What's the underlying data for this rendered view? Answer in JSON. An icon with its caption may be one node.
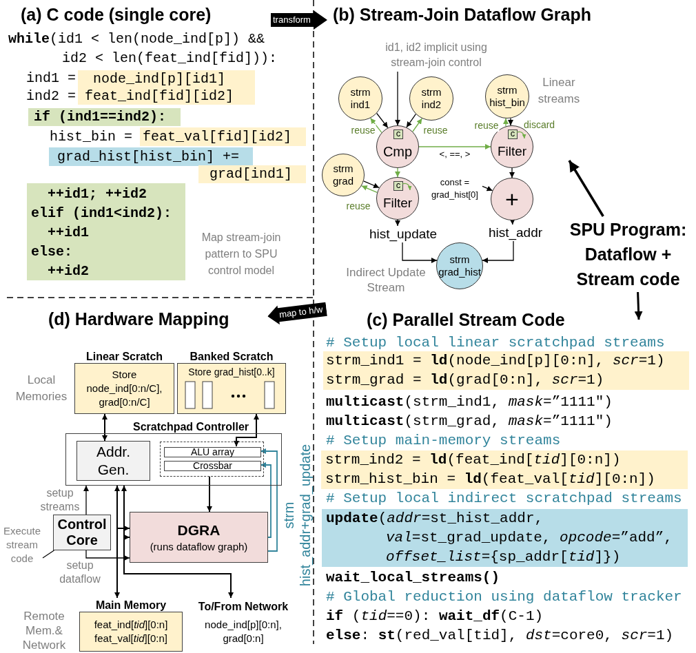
{
  "diagram": {
    "nodes": [
      {
        "text": [
          "node_ind[p][id1]"
        ]
      },
      {
        "text": [
          "feat_ind[fid][id2]"
        ]
      },
      {
        "text": [
          "if (ind1==ind2):"
        ]
      },
      {
        "text": [
          "feat_val[fid][id2]"
        ]
      },
      {
        "text": [
          "grad_hist[hist_bin] +="
        ]
      },
      {
        "text": [
          "grad[ind1]"
        ]
      },
      {
        "text": [
          "++id1; ++id2",
          "elif (ind1<ind2):",
          "++id1",
          "else:",
          "++id2"
        ]
      },
      {
        "text": [
          "transform"
        ]
      },
      {
        "text": [
          "id1, id2 implicit using stream-join control"
        ]
      },
      {
        "text": [
          "strm ind1"
        ]
      },
      {
        "text": [
          "strm ind2"
        ]
      },
      {
        "text": [
          "strm hist_bin"
        ]
      },
      {
        "text": [
          "Cmp"
        ]
      },
      {
        "text": [
          "c"
        ],
        "in": 12
      },
      {
        "text": [
          "Filter"
        ]
      },
      {
        "text": [
          "c"
        ],
        "in": 14
      },
      {
        "text": [
          "strm grad"
        ]
      },
      {
        "text": [
          "Filter"
        ]
      },
      {
        "text": [
          "c"
        ],
        "in": 17
      },
      {
        "text": [
          "const = grad_hist[0]"
        ]
      },
      {
        "text": [
          "+"
        ]
      },
      {
        "text": [
          "hist_update"
        ]
      },
      {
        "text": [
          "hist_addr"
        ]
      },
      {
        "text": [
          "strm grad_hist"
        ]
      },
      {
        "text": [
          "SPU Program: Dataflow + Stream code"
        ]
      },
      {
        "text": [
          "map to h/w"
        ]
      },
      {
        "text": [
          "strm_ind1 = **ld**(node_ind[p][0:n], *scr*=1)",
          "strm_grad = **ld**(grad[0:n], *scr*=1)"
        ]
      },
      {
        "text": [
          "strm_ind2 = **ld**(feat_ind[*tid*][0:n])",
          "strm_hist_bin = **ld**(feat_val[*tid*][0:n])"
        ]
      },
      {
        "text": [
          "**update**(*addr*=st_hist_addr,",
          "*val*=st_grad_update, *opcode*=”add”,",
          "*offset_list*={sp_addr[*tid*]})"
        ]
      },
      {
        "text": [
          "Linear Scratch",
          "Store node_ind[0:n/C], grad[0:n/C]"
        ]
      },
      {
        "text": [
          "Banked Scratch",
          "Store grad_hist[0..k]"
        ]
      },
      {
        "text": [
          "Scratchpad Controller"
        ]
      },
      {
        "text": [
          "Addr. Gen."
        ],
        "in": 31
      },
      {
        "text": [],
        "shape": "box",
        "in": 31
      },
      {
        "text": [
          "ALU array"
        ],
        "in": 33
      },
      {
        "text": [
          "Crossbar"
        ],
        "in": 33
      },
      {
        "text": [
          "Execute stream code"
        ]
      },
      {
        "text": [
          "Control Core"
        ]
      },
      {
        "text": [
          "DGRA",
          "(runs dataflow graph)"
        ]
      },
      {
        "text": [
          "Main Memory",
          "feat_ind[*tid*][0:n]",
          "feat_val[*tid*][0:n]"
        ]
      },
      {
        "text": [
          "To/From Network",
          "node_ind[p][0:n], grad[0:n]"
        ]
      }
    ],
    "edges": [
      {
        "from": 8,
        "to": 12,
        "arrow": "to"
      },
      {
        "from": 9,
        "to": 12,
        "arrow": "to"
      },
      {
        "from": 12,
        "to": 9,
        "arrow": "to",
        "label": "reuse",
        "color": "#70ad47"
      },
      {
        "from": 10,
        "to": 12,
        "arrow": "to"
      },
      {
        "from": 12,
        "to": 10,
        "arrow": "to",
        "label": "reuse",
        "color": "#70ad47"
      },
      {
        "from": 11,
        "to": 14,
        "arrow": "to"
      },
      {
        "from": 14,
        "to": 11,
        "arrow": "to",
        "label": "reuse",
        "color": "#70ad47"
      },
      {
        "from": 12,
        "to": 14,
        "arrow": "to",
        "label": "<, ==, >",
        "color": "#70ad47"
      },
      {
        "from": 12,
        "to": 17,
        "arrow": "to",
        "color": "#70ad47"
      },
      {
        "from": 16,
        "to": 17,
        "arrow": "to"
      },
      {
        "from": 17,
        "to": 16,
        "arrow": "to",
        "label": "reuse",
        "color": "#70ad47"
      },
      {
        "from": 14,
        "to": 20,
        "arrow": "to"
      },
      {
        "from": 19,
        "to": 20,
        "arrow": "to"
      },
      {
        "from": 17,
        "to": 21,
        "arrow": "to"
      },
      {
        "from": 20,
        "to": 22,
        "arrow": "to"
      },
      {
        "from": 21,
        "to": 23,
        "arrow": "to"
      },
      {
        "from": 22,
        "to": 23,
        "arrow": "to"
      },
      {
        "from": 24,
        "to": null,
        "arrow": "to",
        "style": "thick"
      },
      {
        "from": 24,
        "to": null,
        "arrow": "to",
        "style": "thick"
      },
      {
        "from": 29,
        "to": 32,
        "arrow": "both"
      },
      {
        "from": 30,
        "to": 34,
        "arrow": "both"
      },
      {
        "from": 33,
        "to": 38,
        "arrow": "to"
      },
      {
        "from": 37,
        "to": 31,
        "arrow": "to",
        "label": "setup streams"
      },
      {
        "from": 37,
        "to": 38,
        "arrow": "to",
        "label": "setup dataflow"
      },
      {
        "from": 38,
        "to": 34,
        "arrow": "to",
        "color": "#31849b"
      },
      {
        "from": 38,
        "to": 35,
        "arrow": "to",
        "color": "#31849b"
      },
      {
        "from": 31,
        "to": 39,
        "arrow": "both"
      },
      {
        "from": 31,
        "to": 40,
        "arrow": "both"
      },
      {
        "from": 39,
        "to": 38,
        "arrow": "to"
      },
      {
        "from": 40,
        "to": 38,
        "arrow": "to"
      },
      {
        "from": 36,
        "to": 37,
        "arrow": "none"
      },
      {
        "from": 15,
        "to": 14,
        "arrow": "to",
        "color": "#70ad47"
      },
      {
        "from": 18,
        "to": 17,
        "arrow": "to",
        "color": "#70ad47"
      }
    ],
    "labels": [
      "(a) C code (single core)",
      "**while**(id1 < len(node_ind[p]) &&",
      "id2 < len(feat_ind[fid])):",
      "ind1 =",
      "ind2 =",
      "hist_bin =",
      "Map stream-join pattern to SPU control model",
      "(b) Stream-Join Dataflow Graph",
      "Linear streams",
      "discard",
      "Indirect Update Stream",
      "(d) Hardware Mapping",
      "(c) Parallel Stream Code",
      "# Setup local linear scratchpad streams",
      "**multicast**(strm_ind1, *mask*=”1111\")",
      "**multicast**(strm_grad, *mask*=”1111\")",
      "# Setup main-memory streams",
      "# Setup local indirect scratchpad streams",
      "wait_local_streams()",
      "# Global reduction using dataflow tracker",
      "**if** (*tid*==0): **wait_df**(C-1)",
      "**else**: **st**(red_val[tid], *dst*=core0, *scr*=1)",
      "Local Memories",
      "strm hist_addr+grad_update",
      "Remote Mem.& Network"
    ]
  }
}
